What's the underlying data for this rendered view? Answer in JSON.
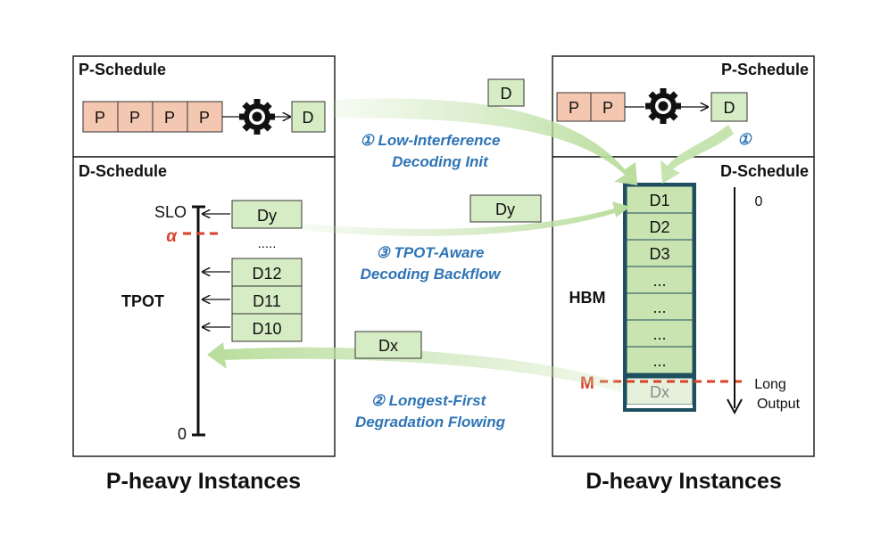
{
  "left_panel": {
    "p_schedule_title": "P-Schedule",
    "p_boxes": [
      "P",
      "P",
      "P",
      "P"
    ],
    "d_box": "D",
    "d_schedule_title": "D-Schedule",
    "slo_label": "SLO",
    "alpha_label": "α",
    "zero_label": "0",
    "tpot_label": "TPOT",
    "queue": [
      "Dy",
      ".....",
      "D12",
      "D11",
      "D10"
    ],
    "caption": "P-heavy Instances"
  },
  "right_panel": {
    "p_schedule_title": "P-Schedule",
    "p_boxes": [
      "P",
      "P"
    ],
    "d_box": "D",
    "step_marker": "①",
    "d_schedule_title": "D-Schedule",
    "hbm_label": "HBM",
    "hbm_cells": [
      "D1",
      "D2",
      "D3",
      "...",
      "...",
      "...",
      "..."
    ],
    "hbm_overflow_cell": "Dx",
    "m_label": "M",
    "axis_zero": "0",
    "long_output_line1": "Long",
    "long_output_line2": "Output",
    "caption": "D-heavy Instances"
  },
  "flows": {
    "init_box": "D",
    "init_line1": "① Low-Interference",
    "init_line2": "Decoding Init",
    "backflow_box": "Dy",
    "backflow_line1": "③ TPOT-Aware",
    "backflow_line2": "Decoding Backflow",
    "degrade_box": "Dx",
    "degrade_line1": "② Longest-First",
    "degrade_line2": "Degradation Flowing"
  },
  "colors": {
    "p_fill": "#f4c7b0",
    "d_fill": "#d6ecc4",
    "hbm_cell": "#c9e3b1",
    "flow_arrow": "#c6e4b0",
    "text_blue": "#2e74b5",
    "red": "#d9412a"
  }
}
